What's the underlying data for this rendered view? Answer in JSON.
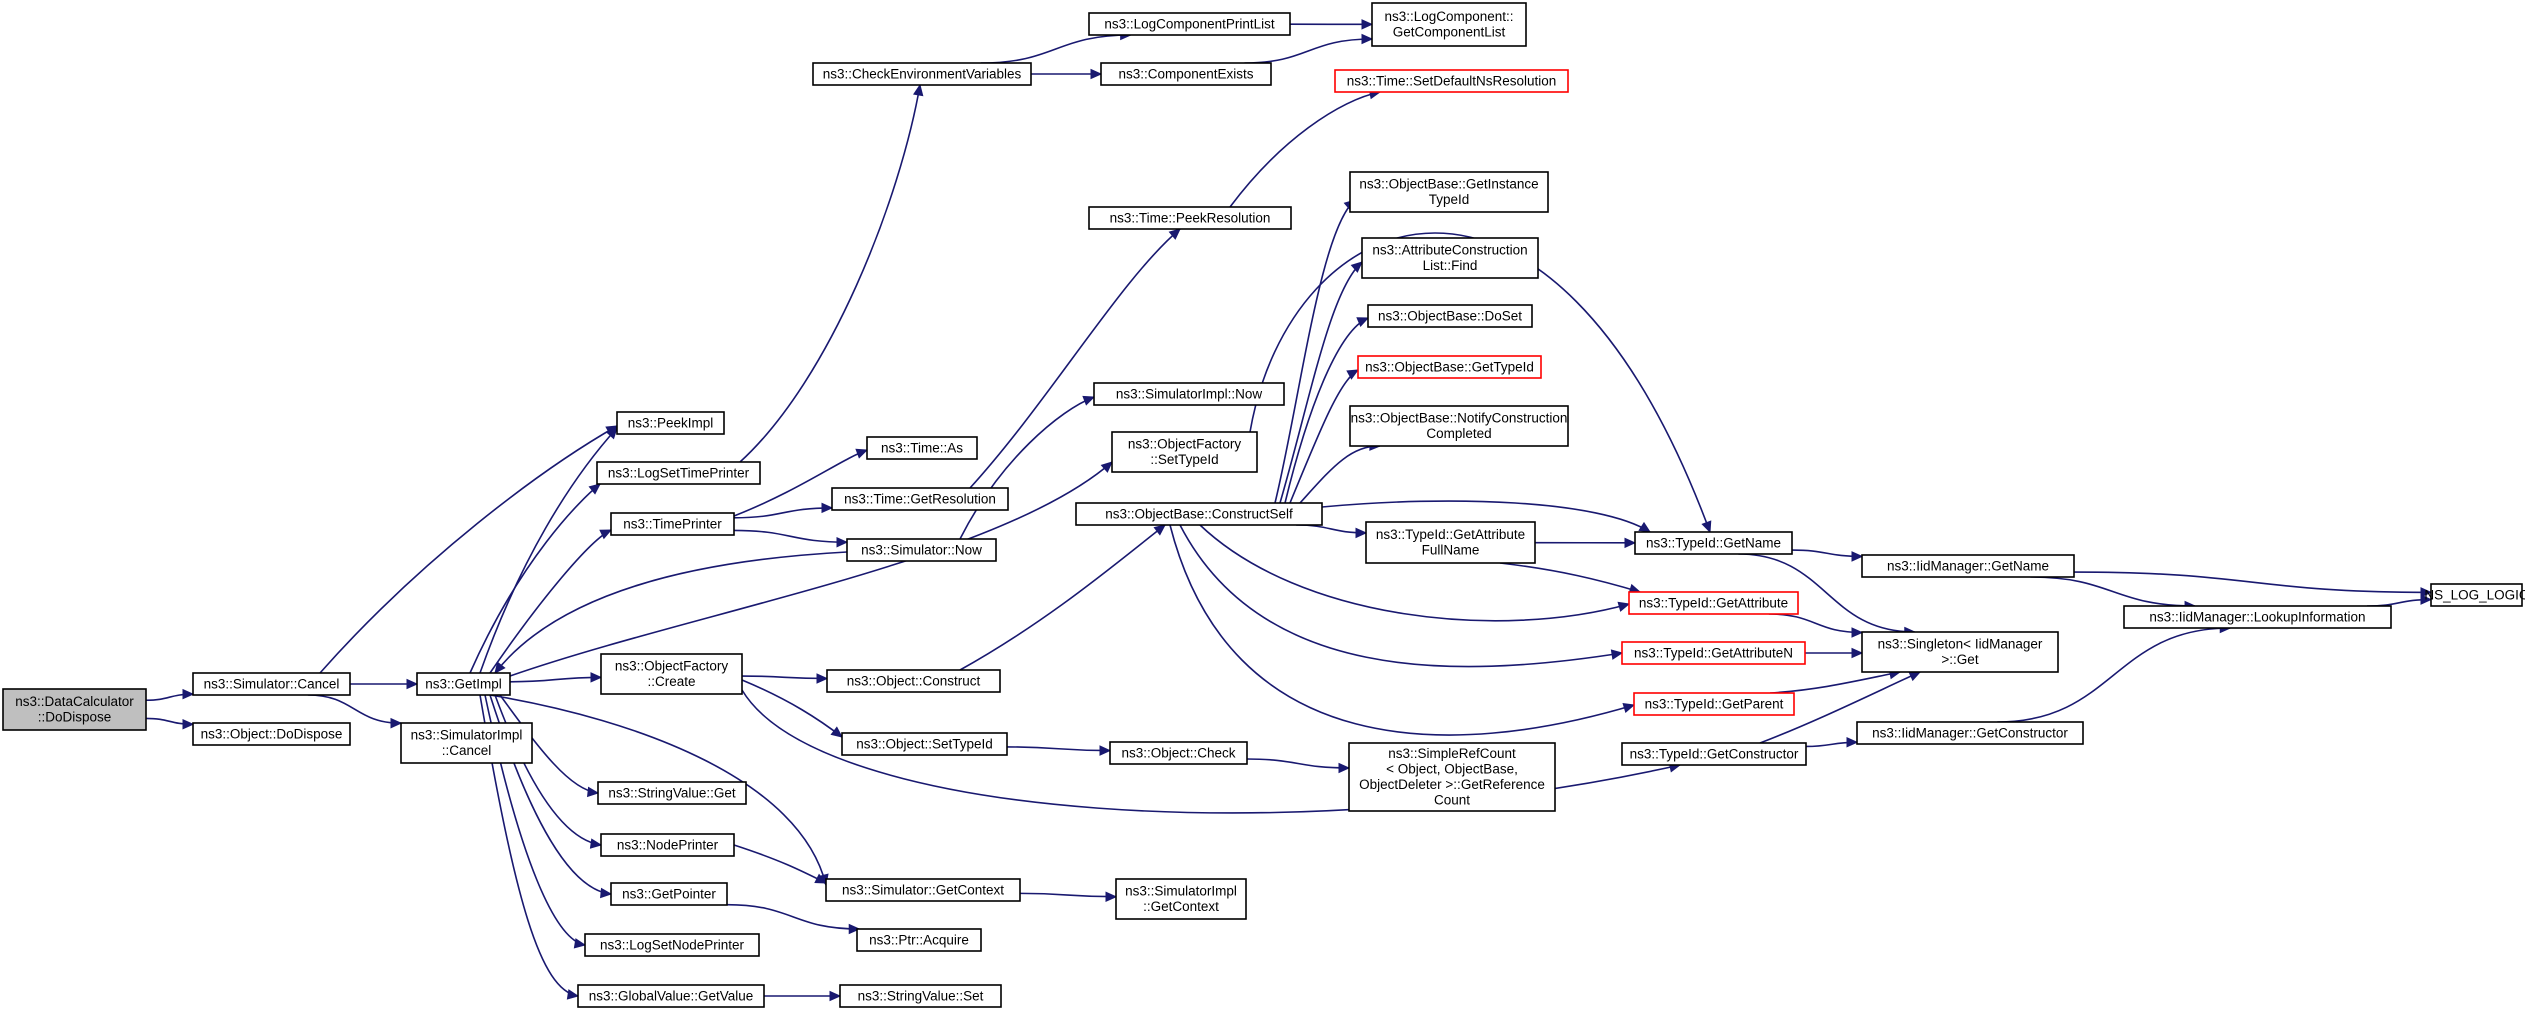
{
  "diagram": {
    "nodes": [
      {
        "id": "root",
        "lines": [
          "ns3::DataCalculator",
          "::DoDispose"
        ],
        "style": "root"
      },
      {
        "id": "simCancel",
        "lines": [
          "ns3::Simulator::Cancel"
        ]
      },
      {
        "id": "objDoDispose",
        "lines": [
          "ns3::Object::DoDispose"
        ]
      },
      {
        "id": "getImpl",
        "lines": [
          "ns3::GetImpl"
        ]
      },
      {
        "id": "simImplCancel",
        "lines": [
          "ns3::SimulatorImpl",
          "::Cancel"
        ]
      },
      {
        "id": "peekImpl",
        "lines": [
          "ns3::PeekImpl"
        ]
      },
      {
        "id": "logSetTimePrinter",
        "lines": [
          "ns3::LogSetTimePrinter"
        ]
      },
      {
        "id": "timePrinter",
        "lines": [
          "ns3::TimePrinter"
        ]
      },
      {
        "id": "objFactoryCreate",
        "lines": [
          "ns3::ObjectFactory",
          "::Create"
        ]
      },
      {
        "id": "stringValueGet",
        "lines": [
          "ns3::StringValue::Get"
        ]
      },
      {
        "id": "nodePrinter",
        "lines": [
          "ns3::NodePrinter"
        ]
      },
      {
        "id": "getPointer",
        "lines": [
          "ns3::GetPointer"
        ]
      },
      {
        "id": "logSetNodePrinter",
        "lines": [
          "ns3::LogSetNodePrinter"
        ]
      },
      {
        "id": "globalValueGetValue",
        "lines": [
          "ns3::GlobalValue::GetValue"
        ]
      },
      {
        "id": "checkEnv",
        "lines": [
          "ns3::CheckEnvironmentVariables"
        ]
      },
      {
        "id": "timeAs",
        "lines": [
          "ns3::Time::As"
        ]
      },
      {
        "id": "timeGetResolution",
        "lines": [
          "ns3::Time::GetResolution"
        ]
      },
      {
        "id": "simNow",
        "lines": [
          "ns3::Simulator::Now"
        ]
      },
      {
        "id": "objConstruct",
        "lines": [
          "ns3::Object::Construct"
        ]
      },
      {
        "id": "objSetTypeId",
        "lines": [
          "ns3::Object::SetTypeId"
        ]
      },
      {
        "id": "simGetContext",
        "lines": [
          "ns3::Simulator::GetContext"
        ]
      },
      {
        "id": "ptrAcquire",
        "lines": [
          "ns3::Ptr::Acquire"
        ]
      },
      {
        "id": "stringValueSet",
        "lines": [
          "ns3::StringValue::Set"
        ]
      },
      {
        "id": "logCompPrintList",
        "lines": [
          "ns3::LogComponentPrintList"
        ]
      },
      {
        "id": "componentExists",
        "lines": [
          "ns3::ComponentExists"
        ]
      },
      {
        "id": "logCompGetList",
        "lines": [
          "ns3::LogComponent::",
          "GetComponentList"
        ]
      },
      {
        "id": "timeSetDefault",
        "lines": [
          "ns3::Time::SetDefaultNsResolution"
        ],
        "style": "red"
      },
      {
        "id": "timePeekRes",
        "lines": [
          "ns3::Time::PeekResolution"
        ]
      },
      {
        "id": "simImplNow",
        "lines": [
          "ns3::SimulatorImpl::Now"
        ]
      },
      {
        "id": "objFactorySetTypeId",
        "lines": [
          "ns3::ObjectFactory",
          "::SetTypeId"
        ]
      },
      {
        "id": "objBaseConstructSelf",
        "lines": [
          "ns3::ObjectBase::ConstructSelf"
        ]
      },
      {
        "id": "objCheck",
        "lines": [
          "ns3::Object::Check"
        ]
      },
      {
        "id": "simImplGetContext",
        "lines": [
          "ns3::SimulatorImpl",
          "::GetContext"
        ]
      },
      {
        "id": "obGetInstanceTypeId",
        "lines": [
          "ns3::ObjectBase::GetInstance",
          "TypeId"
        ]
      },
      {
        "id": "attrConstructionListFind",
        "lines": [
          "ns3::AttributeConstruction",
          "List::Find"
        ]
      },
      {
        "id": "obDoSet",
        "lines": [
          "ns3::ObjectBase::DoSet"
        ]
      },
      {
        "id": "obGetTypeId",
        "lines": [
          "ns3::ObjectBase::GetTypeId"
        ],
        "style": "red"
      },
      {
        "id": "obNotifyConstruction",
        "lines": [
          "ns3::ObjectBase::NotifyConstruction",
          "Completed"
        ]
      },
      {
        "id": "typeIdGetAttributeFullName",
        "lines": [
          "ns3::TypeId::GetAttribute",
          "FullName"
        ]
      },
      {
        "id": "simpleRefCount",
        "lines": [
          "ns3::SimpleRefCount",
          "< Object, ObjectBase,",
          "ObjectDeleter >::GetReference",
          "Count"
        ]
      },
      {
        "id": "typeIdGetName",
        "lines": [
          "ns3::TypeId::GetName"
        ]
      },
      {
        "id": "typeIdGetAttribute",
        "lines": [
          "ns3::TypeId::GetAttribute"
        ],
        "style": "red"
      },
      {
        "id": "typeIdGetAttributeN",
        "lines": [
          "ns3::TypeId::GetAttributeN"
        ],
        "style": "red"
      },
      {
        "id": "typeIdGetParent",
        "lines": [
          "ns3::TypeId::GetParent"
        ],
        "style": "red"
      },
      {
        "id": "typeIdGetConstructor",
        "lines": [
          "ns3::TypeId::GetConstructor"
        ]
      },
      {
        "id": "iidManagerGetName",
        "lines": [
          "ns3::IidManager::GetName"
        ]
      },
      {
        "id": "singletonGet",
        "lines": [
          "ns3::Singleton< IidManager",
          " >::Get"
        ]
      },
      {
        "id": "iidManagerGetConstructor",
        "lines": [
          "ns3::IidManager::GetConstructor"
        ]
      },
      {
        "id": "iidManagerLookup",
        "lines": [
          "ns3::IidManager::LookupInformation"
        ]
      },
      {
        "id": "nsLogLogic",
        "lines": [
          "NS_LOG_LOGIC"
        ]
      }
    ],
    "edges": [
      [
        "root",
        "simCancel"
      ],
      [
        "root",
        "objDoDispose"
      ],
      [
        "simCancel",
        "getImpl"
      ],
      [
        "simCancel",
        "simImplCancel"
      ],
      [
        "simCancel",
        "peekImpl"
      ],
      [
        "getImpl",
        "peekImpl"
      ],
      [
        "getImpl",
        "logSetTimePrinter"
      ],
      [
        "getImpl",
        "timePrinter"
      ],
      [
        "getImpl",
        "objFactoryCreate"
      ],
      [
        "getImpl",
        "stringValueGet"
      ],
      [
        "getImpl",
        "nodePrinter"
      ],
      [
        "getImpl",
        "getPointer"
      ],
      [
        "getImpl",
        "logSetNodePrinter"
      ],
      [
        "getImpl",
        "globalValueGetValue"
      ],
      [
        "getImpl",
        "simGetContext"
      ],
      [
        "getImpl",
        "objFactorySetTypeId"
      ],
      [
        "logSetTimePrinter",
        "checkEnv"
      ],
      [
        "timePrinter",
        "timeAs"
      ],
      [
        "timePrinter",
        "timeGetResolution"
      ],
      [
        "timePrinter",
        "simNow"
      ],
      [
        "simNow",
        "getImpl"
      ],
      [
        "simNow",
        "simImplNow"
      ],
      [
        "timeGetResolution",
        "timePeekRes"
      ],
      [
        "timePeekRes",
        "timeSetDefault"
      ],
      [
        "checkEnv",
        "logCompPrintList"
      ],
      [
        "checkEnv",
        "componentExists"
      ],
      [
        "logCompPrintList",
        "logCompGetList"
      ],
      [
        "componentExists",
        "logCompGetList"
      ],
      [
        "objFactoryCreate",
        "objConstruct"
      ],
      [
        "objFactoryCreate",
        "objSetTypeId"
      ],
      [
        "objFactoryCreate",
        "typeIdGetConstructor"
      ],
      [
        "objConstruct",
        "objBaseConstructSelf"
      ],
      [
        "objSetTypeId",
        "objCheck"
      ],
      [
        "objCheck",
        "simpleRefCount"
      ],
      [
        "nodePrinter",
        "simGetContext"
      ],
      [
        "simGetContext",
        "simImplGetContext"
      ],
      [
        "getPointer",
        "ptrAcquire"
      ],
      [
        "globalValueGetValue",
        "stringValueSet"
      ],
      [
        "objFactorySetTypeId",
        "typeIdGetName"
      ],
      [
        "objBaseConstructSelf",
        "obGetInstanceTypeId"
      ],
      [
        "objBaseConstructSelf",
        "attrConstructionListFind"
      ],
      [
        "objBaseConstructSelf",
        "obDoSet"
      ],
      [
        "objBaseConstructSelf",
        "obGetTypeId"
      ],
      [
        "objBaseConstructSelf",
        "obNotifyConstruction"
      ],
      [
        "objBaseConstructSelf",
        "typeIdGetName"
      ],
      [
        "objBaseConstructSelf",
        "typeIdGetAttributeFullName"
      ],
      [
        "objBaseConstructSelf",
        "typeIdGetAttribute"
      ],
      [
        "objBaseConstructSelf",
        "typeIdGetAttributeN"
      ],
      [
        "objBaseConstructSelf",
        "typeIdGetParent"
      ],
      [
        "typeIdGetAttributeFullName",
        "typeIdGetName"
      ],
      [
        "typeIdGetAttributeFullName",
        "typeIdGetAttribute"
      ],
      [
        "typeIdGetName",
        "iidManagerGetName"
      ],
      [
        "typeIdGetName",
        "singletonGet"
      ],
      [
        "typeIdGetAttribute",
        "singletonGet"
      ],
      [
        "typeIdGetAttributeN",
        "singletonGet"
      ],
      [
        "typeIdGetParent",
        "singletonGet"
      ],
      [
        "typeIdGetConstructor",
        "singletonGet"
      ],
      [
        "typeIdGetConstructor",
        "iidManagerGetConstructor"
      ],
      [
        "iidManagerGetName",
        "iidManagerLookup"
      ],
      [
        "iidManagerGetName",
        "nsLogLogic"
      ],
      [
        "iidManagerLookup",
        "nsLogLogic"
      ],
      [
        "iidManagerGetConstructor",
        "iidManagerLookup"
      ]
    ]
  }
}
